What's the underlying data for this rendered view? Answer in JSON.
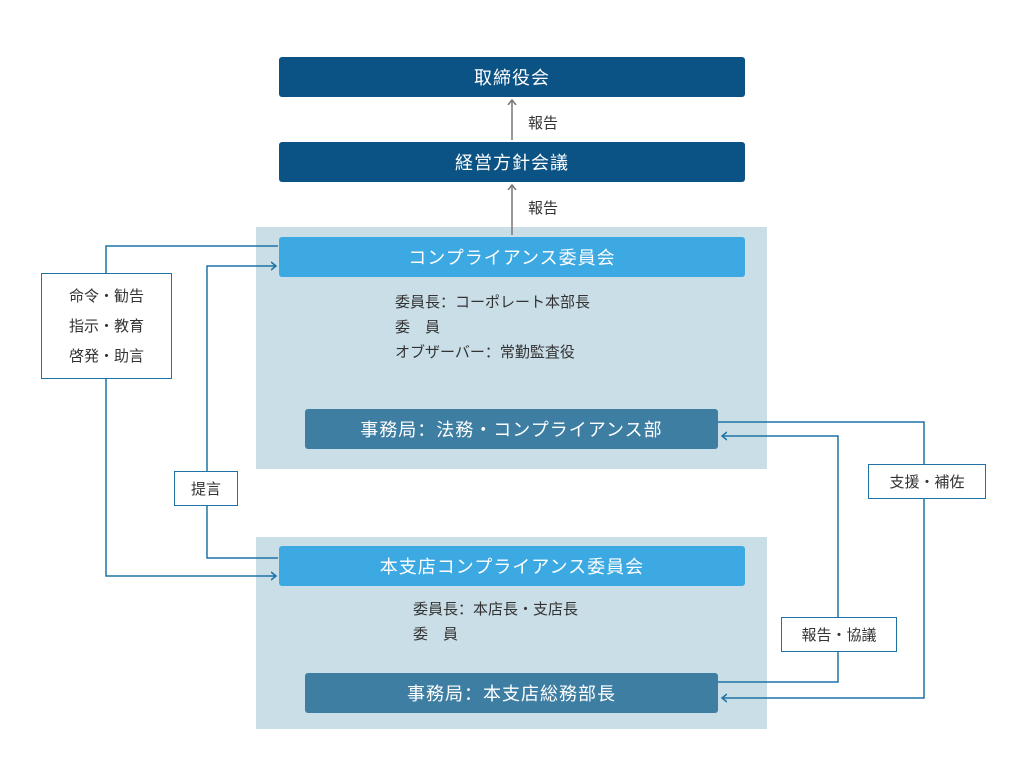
{
  "board": "取締役会",
  "management_meeting": "経営方針会議",
  "report_1": "報告",
  "report_2": "報告",
  "committee": {
    "title": "コンプライアンス委員会",
    "members": [
      "委員長：コーポレート本部長",
      "委　員",
      "オブザーバー：常勤監査役"
    ],
    "secretariat": "事務局：法務・コンプライアンス部"
  },
  "branch_committee": {
    "title": "本支店コンプライアンス委員会",
    "members": [
      "委員長：本店長・支店長",
      "委　員"
    ],
    "secretariat": "事務局：本支店総務部長"
  },
  "labels": {
    "orders": [
      "命令・勧告",
      "指示・教育",
      "啓発・助言"
    ],
    "proposal": "提言",
    "support": "支援・補佐",
    "report_consult": "報告・協議"
  },
  "colors": {
    "navy": "#0b5385",
    "sky": "#3da9e2",
    "steel": "#3e7ea3",
    "panel": "#c9dee7",
    "line": "#1f72a6"
  }
}
